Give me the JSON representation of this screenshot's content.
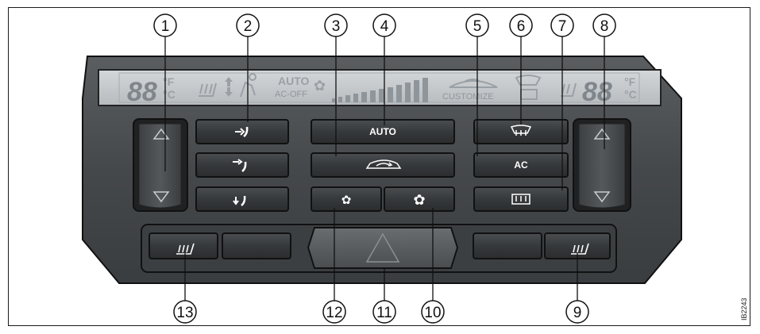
{
  "display": {
    "left_temp_digits": "88",
    "left_unit_f": "°F",
    "left_unit_c": "°C",
    "right_temp_digits": "88",
    "right_unit_f": "°F",
    "right_unit_c": "°C",
    "mode_auto": "AUTO",
    "mode_ac_off": "AC-OFF",
    "customize": "CUSTOMIZE"
  },
  "buttons": {
    "auto_label": "AUTO",
    "ac_label": "AC"
  },
  "callouts": [
    "1",
    "2",
    "3",
    "4",
    "5",
    "6",
    "7",
    "8",
    "9",
    "10",
    "11",
    "12",
    "13"
  ],
  "figure_code": "IB2243",
  "icons": {
    "temp_up": "triangle-up-icon",
    "temp_down": "triangle-down-icon",
    "vent_face": "airflow-face-icon",
    "vent_face_feet": "airflow-face-feet-icon",
    "vent_feet": "airflow-feet-icon",
    "recirculation": "recirculation-car-icon",
    "fan_low": "fan-low-icon",
    "fan_high": "fan-high-icon",
    "defrost_front": "front-defrost-icon",
    "defrost_rear": "rear-defrost-icon",
    "seat_heat": "seat-heater-icon",
    "hazard": "hazard-warning-icon"
  },
  "colors": {
    "panel": "#4a4d50",
    "button": "#34373a",
    "display": "#c9cdd0",
    "outline": "#111111"
  }
}
